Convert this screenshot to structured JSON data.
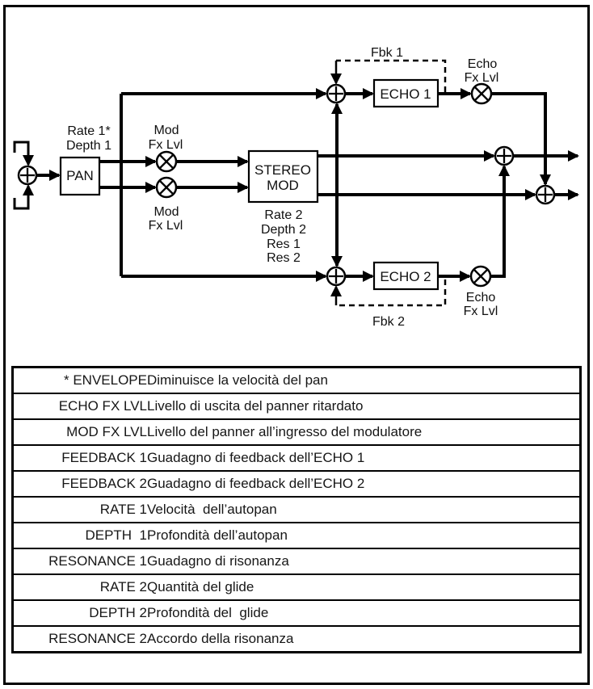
{
  "diagram": {
    "blocks": {
      "pan": "PAN",
      "stereo_mod_line1": "STEREO",
      "stereo_mod_line2": "MOD",
      "echo1": "ECHO 1",
      "echo2": "ECHO 2"
    },
    "labels": {
      "rate1": "Rate 1*",
      "depth1": "Depth 1",
      "mod_fx_top_line1": "Mod",
      "mod_fx_top_line2": "Fx Lvl",
      "mod_fx_bottom_line1": "Mod",
      "mod_fx_bottom_line2": "Fx Lvl",
      "stereo_mod_params": [
        "Rate 2",
        "Depth 2",
        "Res 1",
        "Res 2"
      ],
      "fbk1": "Fbk 1",
      "fbk2": "Fbk 2",
      "echo_fx_top_line1": "Echo",
      "echo_fx_top_line2": "Fx Lvl",
      "echo_fx_bottom_line1": "Echo",
      "echo_fx_bottom_line2": "Fx Lvl"
    },
    "colors": {
      "line": "#000000",
      "background": "#ffffff"
    }
  },
  "table": {
    "rows": [
      {
        "term": "* ENVELOPE",
        "description": "Diminuisce la velocità del pan"
      },
      {
        "term": "ECHO FX LVL",
        "description": "Livello di uscita del panner ritardato"
      },
      {
        "term": "MOD FX LVL",
        "description": "Livello del panner all’ingresso del modulatore"
      },
      {
        "term": "FEEDBACK 1",
        "description": "Guadagno di feedback dell’ECHO 1"
      },
      {
        "term": "FEEDBACK 2",
        "description": "Guadagno di feedback dell’ECHO 2"
      },
      {
        "term": "RATE 1",
        "description": "Velocità  dell’autopan"
      },
      {
        "term": "DEPTH  1",
        "description": "Profondità dell’autopan"
      },
      {
        "term": "RESONANCE 1",
        "description": "Guadagno di risonanza"
      },
      {
        "term": "RATE 2",
        "description": "Quantità del glide"
      },
      {
        "term": "DEPTH 2",
        "description": "Profondità del  glide"
      },
      {
        "term": "RESONANCE 2",
        "description": "Accordo della risonanza"
      }
    ]
  }
}
